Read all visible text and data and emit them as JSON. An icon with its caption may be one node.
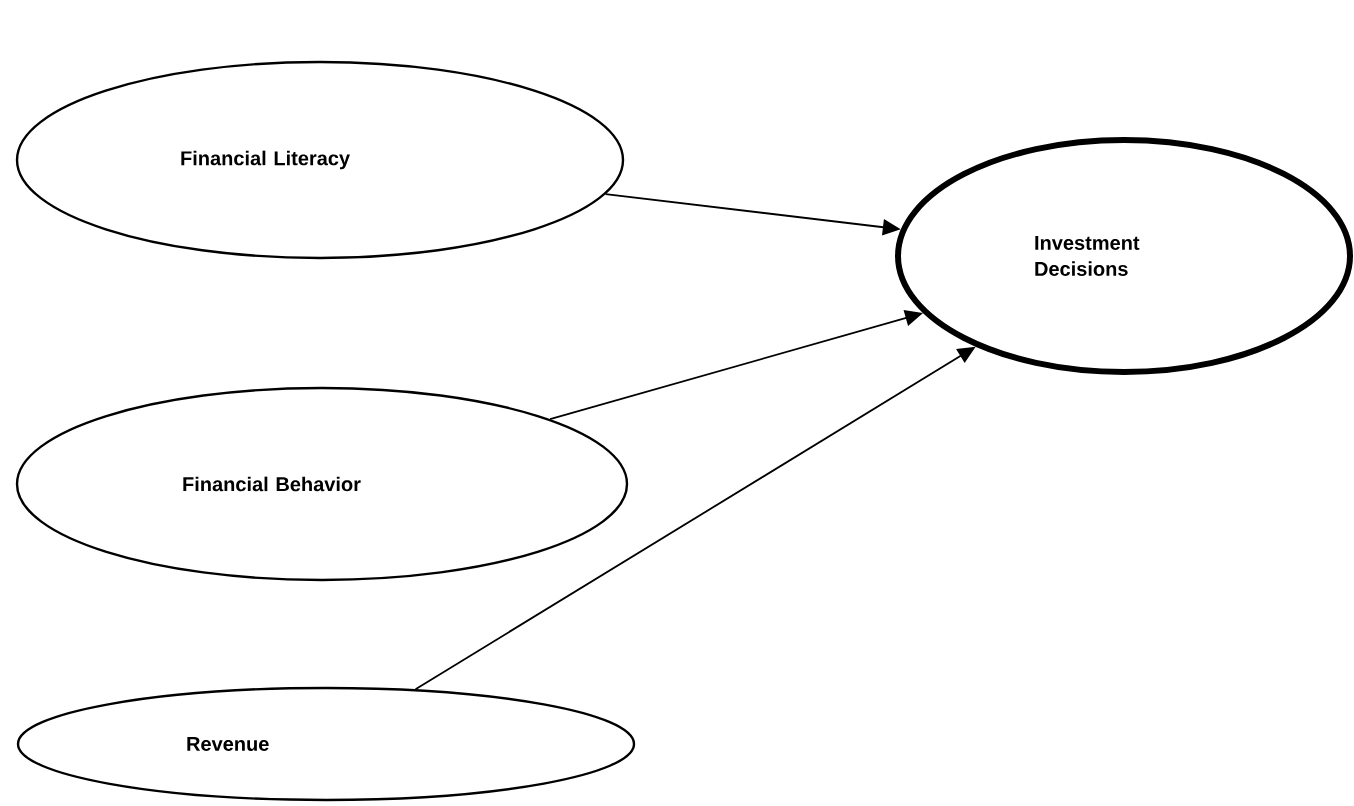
{
  "diagram": {
    "nodes": [
      {
        "text": [
          "Financial Literacy"
        ]
      },
      {
        "text": [
          "Financial Behavior"
        ]
      },
      {
        "text": [
          "Revenue"
        ]
      },
      {
        "text": [
          "Investment Decisions"
        ]
      }
    ],
    "edges": [
      {
        "from": 0,
        "to": 3,
        "arrow": "to"
      },
      {
        "from": 1,
        "to": 3,
        "arrow": "to"
      },
      {
        "from": 2,
        "to": 3,
        "arrow": "to"
      }
    ]
  }
}
